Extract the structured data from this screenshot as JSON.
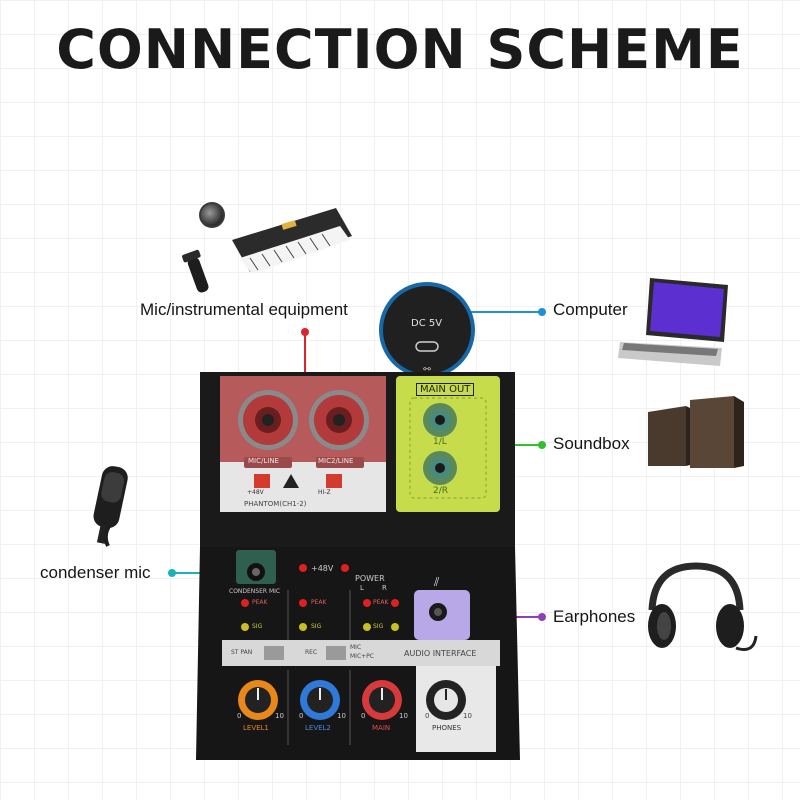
{
  "title": "CONNECTION SCHEME",
  "labels": {
    "mic_instrument": "Mic/instrumental equipment",
    "computer": "Computer",
    "soundbox": "Soundbox",
    "condenser_mic": "condenser mic",
    "earphones": "Earphones"
  },
  "usb_port": {
    "voltage": "DC 5V"
  },
  "mixer": {
    "main_out_label": "MAIN OUT",
    "out_left": "1/L",
    "out_right": "2/R",
    "input1_label": "MIC/LINE",
    "input2_label": "MIC2/LINE",
    "phantom_small": "+48V",
    "hiz_label": "HI-Z",
    "phantom_label": "PHANTOM(CH1-2)",
    "condenser_label": "CONDENSER MIC",
    "plus48": "+48V",
    "power": "POWER",
    "power_l": "L",
    "power_r": "R",
    "peak": "PEAK",
    "sig": "SIG",
    "st_pan": "ST PAN",
    "rec": "REC",
    "mic": "MIC",
    "mic_pc": "MIC+PC",
    "audio_interface": "AUDIO INTERFACE",
    "knobs": [
      {
        "label": "LEVEL1",
        "color": "#e8871a"
      },
      {
        "label": "LEVEL2",
        "color": "#2f7ad9"
      },
      {
        "label": "MAIN",
        "color": "#d63a3a"
      },
      {
        "label": "PHONES",
        "color": "#222222"
      }
    ],
    "scale_min": "0",
    "scale_max": "10"
  },
  "colors": {
    "red_line": "#d9262e",
    "blue_line": "#1f8fd6",
    "green_line": "#2fbf2f",
    "teal_line": "#17b3b8",
    "purple_line": "#8b3fb8",
    "input_panel": "#b65a5c",
    "output_panel": "#c6dc4a",
    "phones_panel": "#b9a8e8"
  },
  "icons": [
    "microphone-icon",
    "keyboard-icon",
    "laptop-icon",
    "speaker-icon",
    "condenser-mic-icon",
    "headphones-icon",
    "usb-c-port-icon"
  ]
}
